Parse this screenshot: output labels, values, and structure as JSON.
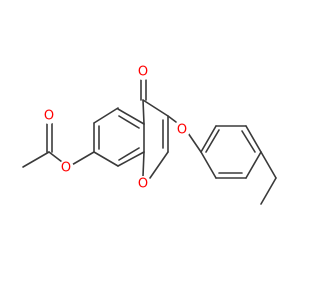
{
  "molecule": {
    "colors": {
      "bond": "#3a3a3a",
      "oxygen": "#ff0000"
    },
    "atoms": [
      {
        "id": "o_carbonyl",
        "label": "O",
        "element": "oxygen"
      },
      {
        "id": "o_ring",
        "label": "O",
        "element": "oxygen"
      },
      {
        "id": "o_ester",
        "label": "O",
        "element": "oxygen"
      },
      {
        "id": "o_acetyl_carbonyl",
        "label": "O",
        "element": "oxygen"
      },
      {
        "id": "o_ether",
        "label": "O",
        "element": "oxygen"
      }
    ]
  }
}
